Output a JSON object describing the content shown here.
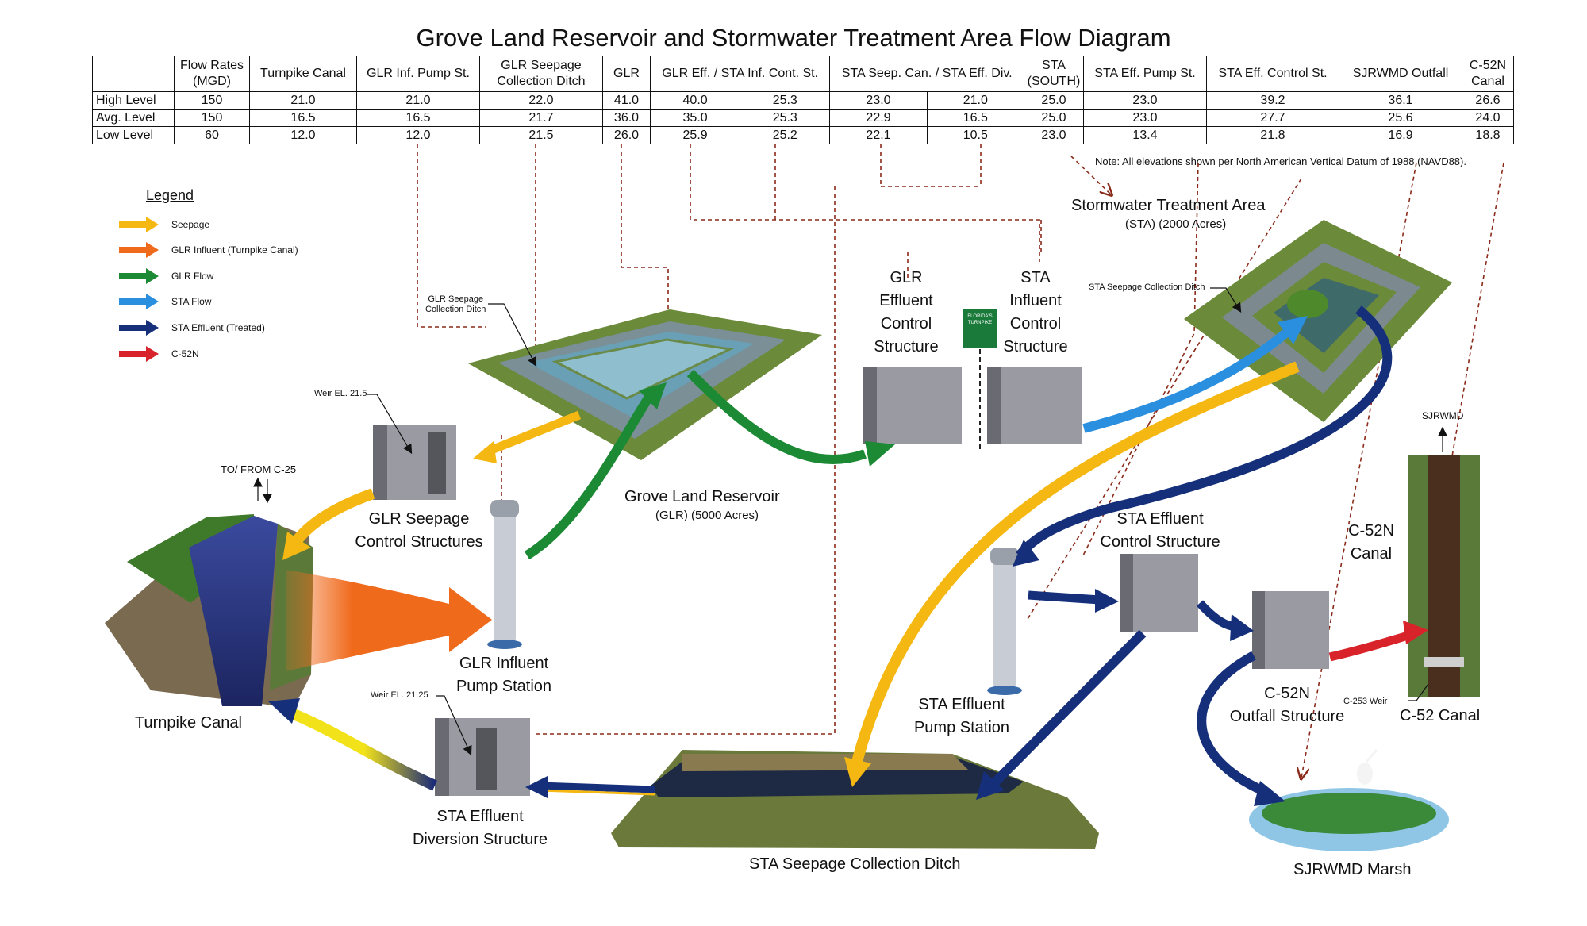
{
  "title": "Grove Land Reservoir and Stormwater Treatment Area Flow Diagram",
  "table": {
    "headers": [
      "Flow Rates (MGD)",
      "Turnpike Canal",
      "GLR Inf. Pump St.",
      "GLR Seepage Collection Ditch",
      "GLR",
      "GLR Eff.  /  STA Inf. Cont. St.",
      "STA Seep. Can.  /  STA Eff. Div.",
      "STA (SOUTH)",
      "STA Eff. Pump St.",
      "STA Eff. Control St.",
      "SJRWMD Outfall",
      "C-52N Canal"
    ],
    "rows": [
      {
        "label": "High Level",
        "cells": [
          "150",
          "21.0",
          "21.0",
          "22.0",
          "41.0",
          "40.0",
          "25.3",
          "23.0",
          "21.0",
          "25.0",
          "23.0",
          "39.2",
          "36.1",
          "26.6"
        ]
      },
      {
        "label": "Avg. Level",
        "cells": [
          "150",
          "16.5",
          "16.5",
          "21.7",
          "36.0",
          "35.0",
          "25.3",
          "22.9",
          "16.5",
          "25.0",
          "23.0",
          "27.7",
          "25.6",
          "24.0"
        ]
      },
      {
        "label": "Low Level",
        "cells": [
          "60",
          "12.0",
          "12.0",
          "21.5",
          "26.0",
          "25.9",
          "25.2",
          "22.1",
          "10.5",
          "23.0",
          "13.4",
          "21.8",
          "16.9",
          "18.8"
        ]
      }
    ]
  },
  "note": "Note: All elevations shown per North American Vertical Datum of 1988 (NAVD88).",
  "legend": {
    "title": "Legend",
    "items": [
      {
        "label": "Seepage",
        "color": "#f5b812"
      },
      {
        "label": "GLR Influent (Turnpike Canal)",
        "color": "#f06a1c"
      },
      {
        "label": "GLR Flow",
        "color": "#1c8a34"
      },
      {
        "label": "STA Flow",
        "color": "#2b8fe0"
      },
      {
        "label": "STA Effluent (Treated)",
        "color": "#152f7a"
      },
      {
        "label": "C-52N",
        "color": "#d8232a"
      }
    ]
  },
  "labels": {
    "sta_title": "Stormwater Treatment Area",
    "sta_sub": "(STA) (2000 Acres)",
    "glr_title": "Grove Land Reservoir",
    "glr_sub": "(GLR) (5000 Acres)",
    "glr_effluent": [
      "GLR",
      "Effluent",
      "Control",
      "Structure"
    ],
    "sta_influent": [
      "STA",
      "Influent",
      "Control",
      "Structure"
    ],
    "glr_seepage_ditch": [
      "GLR Seepage",
      "Collection Ditch"
    ],
    "sta_seepage_ditch_small": "STA Seepage Collection Ditch",
    "weir_215": "Weir EL. 21.5",
    "weir_2125": "Weir EL. 21.25",
    "to_from_c25": "TO/ FROM C-25",
    "glr_seepage_control": [
      "GLR Seepage",
      "Control Structures"
    ],
    "glr_influent_pump": [
      "GLR Influent",
      "Pump Station"
    ],
    "turnpike_canal": "Turnpike Canal",
    "sta_eff_diversion": [
      "STA Effluent",
      "Diversion Structure"
    ],
    "sta_seepage_ditch": "STA Seepage Collection Ditch",
    "sta_eff_pump": [
      "STA Effluent",
      "Pump Station"
    ],
    "sta_eff_control": [
      "STA Effluent",
      "Control Structure"
    ],
    "c52n_canal": [
      "C-52N",
      "Canal"
    ],
    "c52n_outfall": [
      "C-52N",
      "Outfall Structure"
    ],
    "c52_canal": "C-52 Canal",
    "c253_weir": "C-253 Weir",
    "sjrwmd": "SJRWMD",
    "sjrwmd_marsh": "SJRWMD Marsh",
    "turnpike_sign": [
      "FLORIDA'S",
      "TURNPIKE"
    ]
  }
}
